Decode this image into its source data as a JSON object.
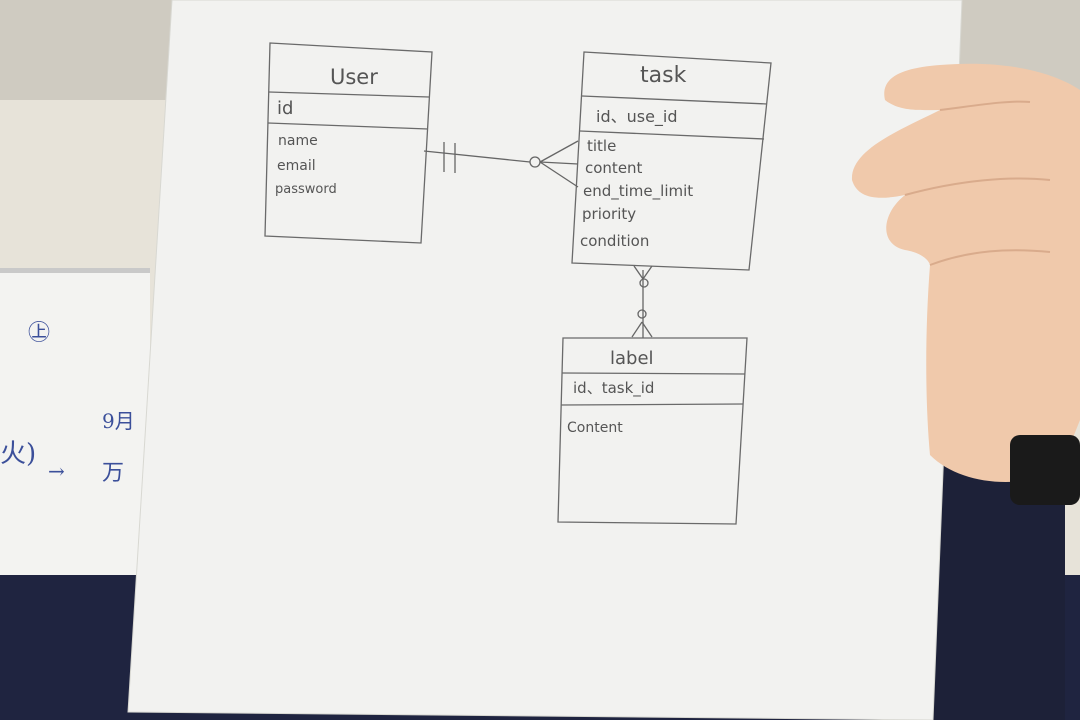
{
  "diagram": {
    "entities": {
      "user": {
        "title": "User",
        "primary_key": "id",
        "attributes": [
          "name",
          "email",
          "password"
        ]
      },
      "task": {
        "title": "task",
        "primary_key": "id、use_id",
        "attributes": [
          "title",
          "content",
          "end_time_limit",
          "priority",
          "condition"
        ]
      },
      "label": {
        "title": "label",
        "primary_key": "id、task_id",
        "attributes": [
          "Content"
        ]
      }
    },
    "relationships": [
      {
        "from": "User",
        "to": "task",
        "from_cardinality": "exactly-one",
        "to_cardinality": "zero-or-many"
      },
      {
        "from": "task",
        "to": "label",
        "from_cardinality": "zero-or-many",
        "to_cardinality": "zero-or-many"
      }
    ]
  },
  "background": {
    "whiteboard_notes": [
      "㊤",
      "9月",
      "火)",
      "→",
      "万"
    ]
  },
  "colors": {
    "paper": "#f2f2f0",
    "pencil": "#5f5f5f",
    "wall": "#e7e3d9",
    "jacket": "#1f2440",
    "skin": "#f0c9ab",
    "whiteboard_ink": "#3b4f9a"
  }
}
